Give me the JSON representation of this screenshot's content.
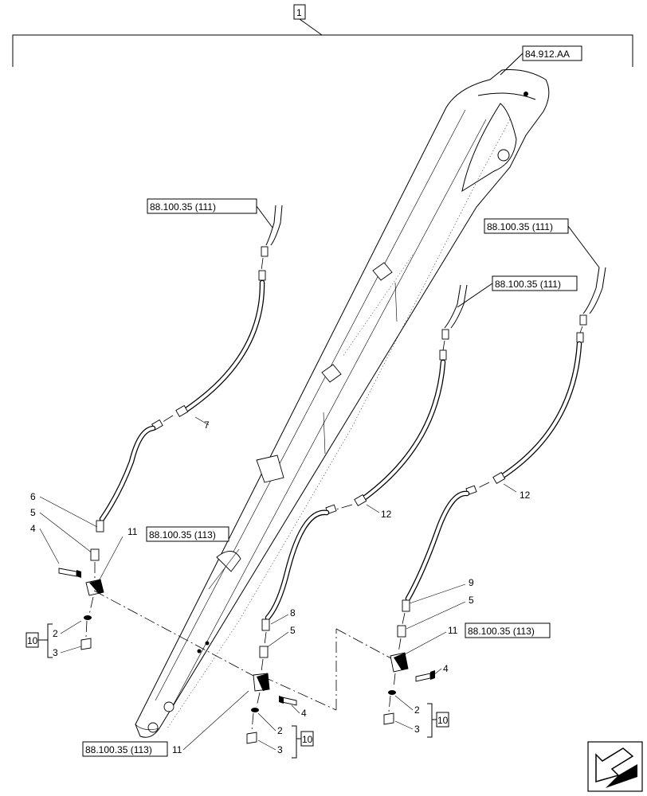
{
  "assembly_label": "1",
  "boom_ref": "84.912.AA",
  "refs": {
    "hose_left_upper": "88.100.35 (111)",
    "hose_right_upper": "88.100.35 (111)",
    "hose_mid_upper": "88.100.35 (111)",
    "block_left": "88.100.35 (113)",
    "block_right": "88.100.35 (113)",
    "block_bottom": "88.100.35 (113)"
  },
  "items": {
    "n1": "2",
    "n2": "3",
    "n3": "4",
    "n4": "5",
    "n5": "6",
    "n6": "7",
    "n7": "8",
    "n8": "9",
    "n9": "10",
    "n10": "11",
    "n11": "12"
  },
  "nav_icon": "arrow-return-icon"
}
